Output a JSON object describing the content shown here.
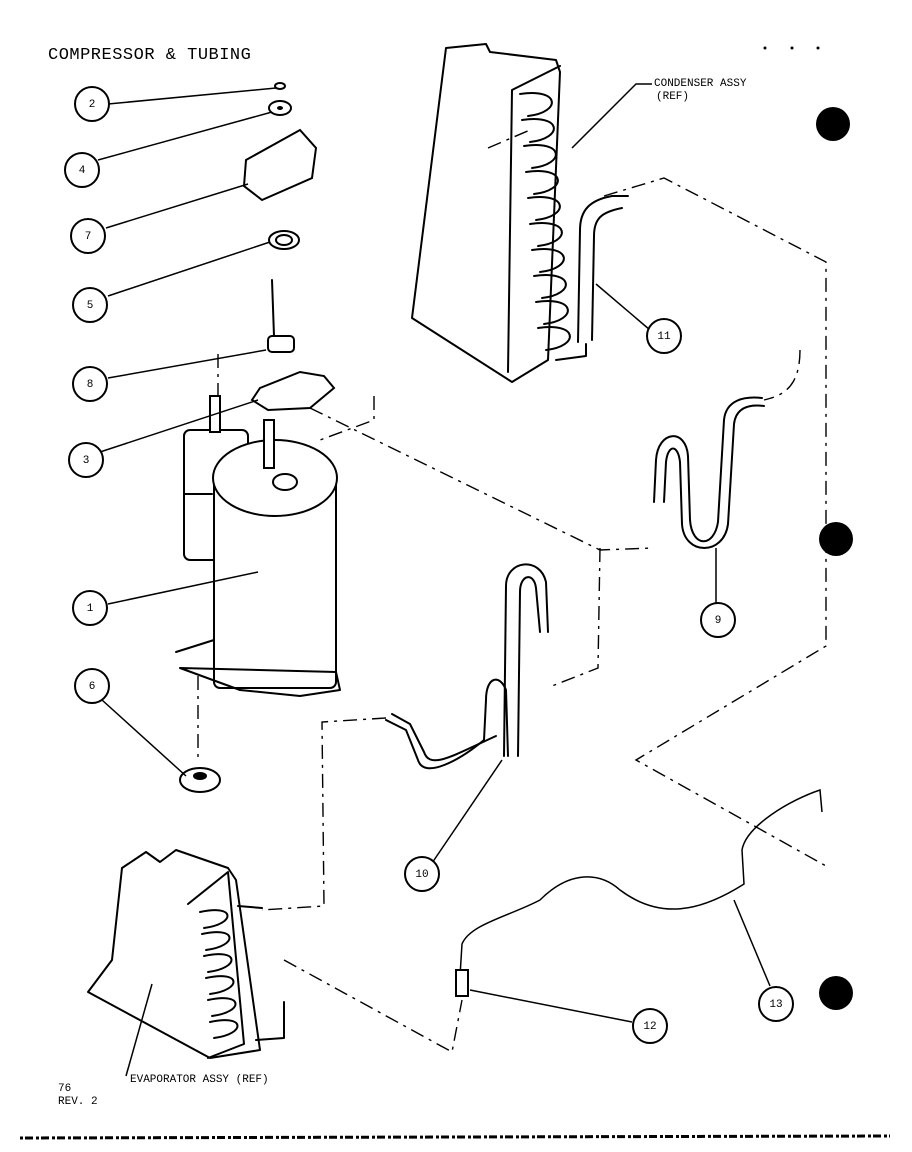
{
  "title": "COMPRESSOR & TUBING",
  "page_number": "76",
  "revision": "REV. 2",
  "references": {
    "condenser_line1": "CONDENSER ASSY",
    "condenser_line2": "(REF)",
    "evaporator": "EVAPORATOR ASSY (REF)"
  },
  "callouts": [
    "1",
    "2",
    "3",
    "4",
    "5",
    "6",
    "7",
    "8",
    "9",
    "10",
    "11",
    "12",
    "13"
  ]
}
